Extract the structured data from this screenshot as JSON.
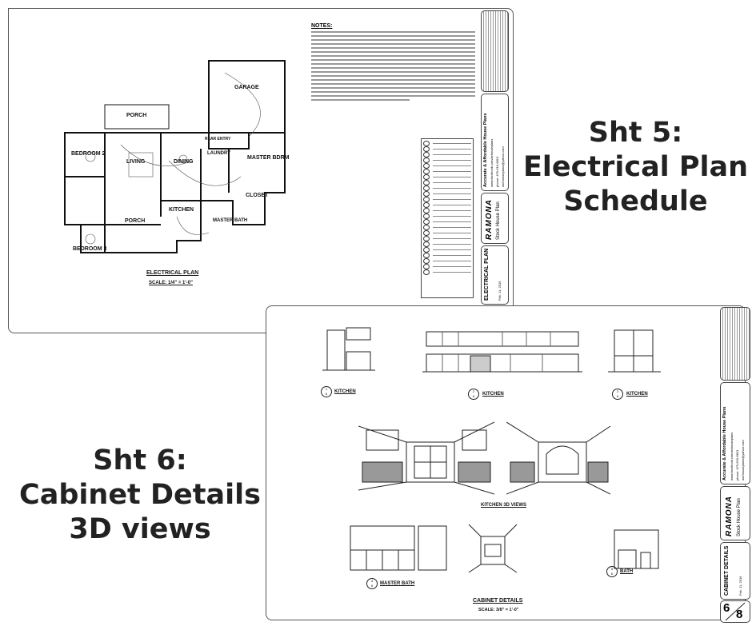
{
  "sheet5": {
    "plan_rooms": [
      "PORCH",
      "GARAGE",
      "BEDROOM 2",
      "LIVING",
      "DINING",
      "REAR ENTRY",
      "LAUNDRY",
      "MASTER BDRM",
      "CLOSET",
      "KITCHEN",
      "MASTER BATH",
      "PORCH",
      "BEDROOM 3"
    ],
    "plan_title": "ELECTRICAL PLAN",
    "plan_scale": "SCALE: 1/4\" = 1'-0\"",
    "notes_heading": "NOTES:",
    "title_block": {
      "sheet_title": "ELECTRICAL PLAN",
      "date": "Feb. 11, 2019",
      "project": "RAMONA",
      "project_sub": "Stock House Plan",
      "company": "Accurate & Affordable House Plans",
      "web": "www.facebook.com/achouseplans",
      "phone": "phone: 479-616-6813",
      "email": "aaf.houseplans@yahoo.com"
    }
  },
  "sheet6": {
    "views": [
      {
        "num": "1",
        "den": "6",
        "label": "KITCHEN"
      },
      {
        "num": "2",
        "den": "6",
        "label": "KITCHEN"
      },
      {
        "num": "3",
        "den": "6",
        "label": "KITCHEN"
      },
      {
        "num": "4",
        "den": "6",
        "label": "MASTER BATH"
      },
      {
        "num": "5",
        "den": "6",
        "label": "BATH"
      }
    ],
    "views_3d_label": "KITCHEN 3D VIEWS",
    "sheet_heading": "CABINET DETAILS",
    "scale": "SCALE: 3/8\" = 1'-0\"",
    "title_block": {
      "sheet_title": "CABINET DETAILS",
      "date": "Feb. 11, 2019",
      "project": "RAMONA",
      "project_sub": "Stock House Plan",
      "company": "Accurate & Affordable House Plans",
      "web": "www.facebook.com/achouseplans",
      "phone": "phone: 479-616-6813",
      "email": "aaf.houseplans@yahoo.com",
      "sheet_num": "6",
      "sheet_total": "8"
    }
  },
  "captions": {
    "sht5": [
      "Sht 5:",
      "Electrical Plan",
      "Schedule"
    ],
    "sht6": [
      "Sht 6:",
      "Cabinet Details",
      "3D views"
    ]
  }
}
